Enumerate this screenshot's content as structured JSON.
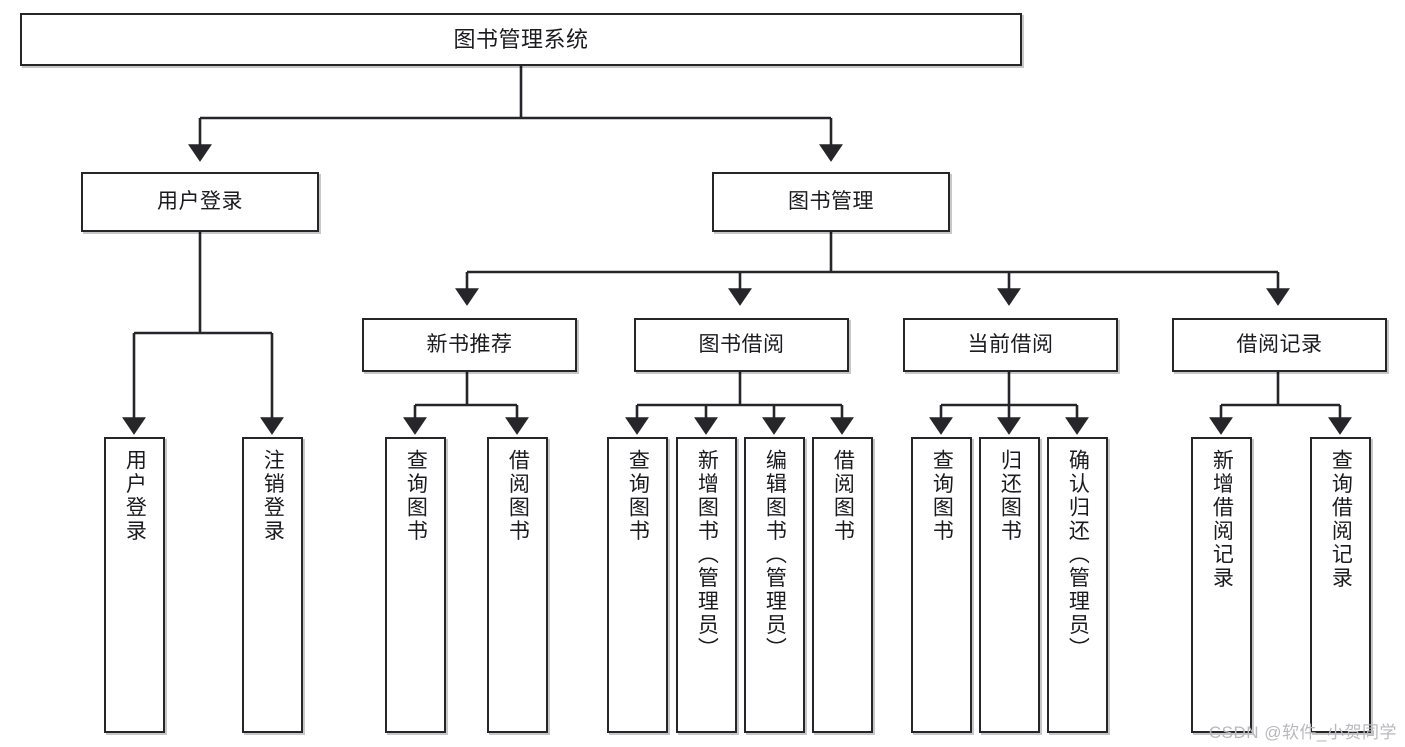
{
  "diagram": {
    "title": "图书管理系统",
    "type": "tree",
    "orientation": "top-down",
    "colors": {
      "box_border": "#26262a",
      "box_fill": "#ffffff",
      "connector": "#26262a",
      "watermark": "#b9b9bd",
      "background": "#ffffff"
    },
    "watermark": "CSDN @软件_小贺同学",
    "nodes": {
      "root": {
        "label": "图书管理系统"
      },
      "level1": [
        {
          "label": "用户登录"
        },
        {
          "label": "图书管理"
        }
      ],
      "level2": [
        {
          "label": "新书推荐"
        },
        {
          "label": "图书借阅"
        },
        {
          "label": "当前借阅"
        },
        {
          "label": "借阅记录"
        }
      ],
      "leaves": {
        "user_login": [
          {
            "label": "用户登录"
          },
          {
            "label": "注销登录"
          }
        ],
        "new_book_recommend": [
          {
            "label": "查询图书"
          },
          {
            "label": "借阅图书"
          }
        ],
        "book_borrow": [
          {
            "label": "查询图书"
          },
          {
            "label": "新增图书（管理员）"
          },
          {
            "label": "编辑图书（管理员）"
          },
          {
            "label": "借阅图书"
          }
        ],
        "current_borrow": [
          {
            "label": "查询图书"
          },
          {
            "label": "归还图书"
          },
          {
            "label": "确认归还（管理员）"
          }
        ],
        "borrow_record": [
          {
            "label": "新增借阅记录"
          },
          {
            "label": "查询借阅记录"
          }
        ]
      }
    }
  }
}
